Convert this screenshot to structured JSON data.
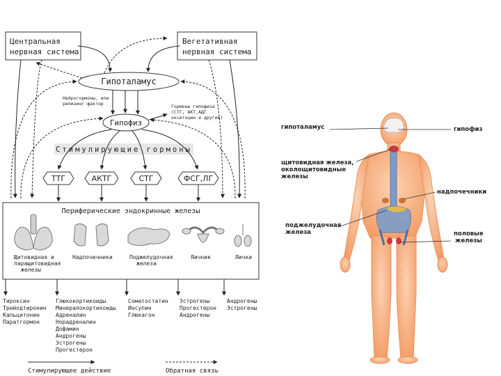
{
  "diagram": {
    "cns": [
      "Центральная",
      "нервная система"
    ],
    "ans": [
      "Вегетативная",
      "нервная система"
    ],
    "hypothalamus": "Гипоталамус",
    "neurohormones": [
      "Нейрогормоны, или",
      "рилизинг-фактор"
    ],
    "pit_hormones": [
      "Гормоны гипофиза",
      "(СТГ, АКТ,АДГ",
      "окситоцин и другие)"
    ],
    "pituitary": "Гипофиз",
    "stim_hormones": "Стимулирующие гормоны",
    "hormone_boxes": [
      "ТТГ",
      "АКТГ",
      "СТГ",
      "ФСГ,ЛГ"
    ],
    "peripheral_title": "Периферические эндокринные железы",
    "glands": [
      [
        "Щитовидная и",
        "паращитовидная",
        "железы"
      ],
      [
        "Надпочечники"
      ],
      [
        "Поджелудочная",
        "железа"
      ],
      [
        "Яичник"
      ],
      [
        "Яички"
      ]
    ],
    "hormone_lists": [
      [
        "Тироксин",
        "Трийодтиронин",
        "Кальцитонин",
        "Паратгормон"
      ],
      [
        "Глюкокортикоиды",
        "Минералокортикоиды",
        "Адреналин",
        "Норадреналин",
        "Дофамин",
        "Андрогены",
        "Эстрогены",
        "Прогестерон"
      ],
      [
        "Соматостатин",
        "Инсулин",
        "Глюкагон"
      ],
      [
        "Эстрогены",
        "Прогестерон",
        "Андрогены"
      ],
      [
        "Андрогены",
        "Эстрогены"
      ]
    ],
    "legend_stim": "Стимулирующее действие",
    "legend_feedback": "Обратная связь"
  },
  "body_figure": {
    "labels": {
      "hypothalamus": "гипоталамус",
      "pituitary": "гипофиз",
      "thyroid": [
        "щитовидная железа,",
        "околощитовидные",
        "железы"
      ],
      "adrenal": "надпочечники",
      "pancreas": [
        "поджелудочная",
        "железа"
      ],
      "gonads": [
        "половые",
        "железы"
      ]
    },
    "colors": {
      "skin": "#f6a777",
      "skin_light": "#fbd2b2",
      "skeleton": "#7b9cc8",
      "organ": "#c83c3c"
    }
  }
}
